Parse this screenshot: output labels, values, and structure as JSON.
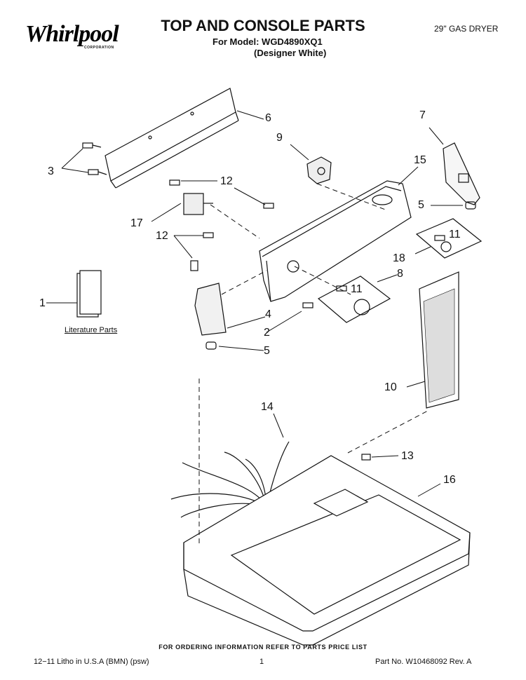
{
  "header": {
    "brand": "Whirlpool",
    "brand_sub": "CORPORATION",
    "title": "TOP AND CONSOLE PARTS",
    "model_line": "For Model: WGD4890XQ1",
    "variant": "(Designer White)",
    "product": "29\" GAS DRYER"
  },
  "diagram": {
    "callouts": [
      "6",
      "3",
      "9",
      "7",
      "15",
      "12",
      "5",
      "17",
      "11",
      "12",
      "18",
      "8",
      "11",
      "1",
      "4",
      "2",
      "5",
      "10",
      "14",
      "13",
      "16"
    ],
    "literature_label": "Literature Parts"
  },
  "footer": {
    "ordering_note": "FOR ORDERING INFORMATION REFER TO PARTS PRICE LIST",
    "litho": "12−11 Litho in U.S.A (BMN) (psw)",
    "page": "1",
    "part_no": "Part No. W10468092 Rev. A"
  },
  "colors": {
    "ink": "#111111",
    "paper": "#ffffff",
    "shade": "#cfcfcf"
  }
}
